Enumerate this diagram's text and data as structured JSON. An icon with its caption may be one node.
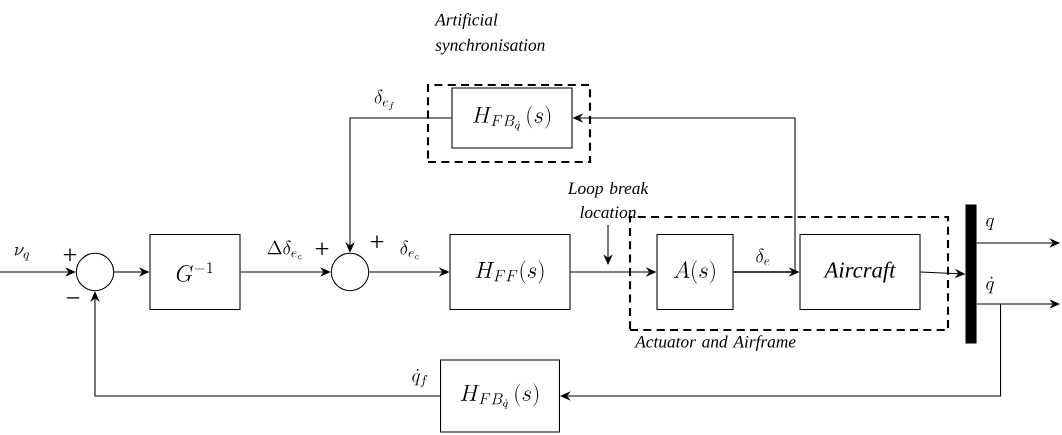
{
  "diagram": {
    "nodes": [
      {
        "text": [],
        "shape": "circle"
      },
      {
        "text": [
          "G^{-1}"
        ]
      },
      {
        "text": [],
        "shape": "circle"
      },
      {
        "text": [
          "H_{FF}(s)"
        ]
      },
      {
        "text": [
          "Actuator and Airframe"
        ]
      },
      {
        "text": [
          "A(s)"
        ],
        "in": 4
      },
      {
        "text": [
          "Aircraft"
        ],
        "in": 4
      },
      {
        "text": [],
        "shape": "bar"
      },
      {
        "text": [
          "Artificial synchronisation"
        ]
      },
      {
        "text": [
          "H_{FB_{\\dot{q}}}\\left(s\\right)"
        ],
        "in": 8
      },
      {
        "text": [
          "H_{FB_{\\dot{q}}}\\left(s\\right)"
        ]
      }
    ],
    "edges": [
      {
        "from": null,
        "to": 0,
        "arrow": "to",
        "label": "\\nu_q"
      },
      {
        "from": 0,
        "to": 1,
        "arrow": "to"
      },
      {
        "from": 1,
        "to": 2,
        "arrow": "to",
        "label": "\\Delta\\delta_{e_c}"
      },
      {
        "from": 2,
        "to": 3,
        "arrow": "to",
        "label": "\\delta_{e_c}"
      },
      {
        "from": 3,
        "to": 5,
        "arrow": "to"
      },
      {
        "from": 5,
        "to": 6,
        "arrow": "to",
        "label": "\\delta_e"
      },
      {
        "from": 6,
        "to": 7,
        "arrow": "to"
      },
      {
        "from": 7,
        "to": null,
        "arrow": "to",
        "label": "q"
      },
      {
        "from": 7,
        "to": null,
        "arrow": "to",
        "label": "\\dot{q}"
      },
      {
        "from": 7,
        "to": 10,
        "arrow": "to"
      },
      {
        "from": 10,
        "to": 0,
        "arrow": "to",
        "label": "\\dot{q}_f"
      },
      {
        "from": 5,
        "to": 9,
        "arrow": "to"
      },
      {
        "from": 9,
        "to": 2,
        "arrow": "to",
        "label": "\\delta_{e_f}"
      }
    ],
    "labels": [
      "+",
      "−",
      "+",
      "+",
      "Loop break location"
    ]
  }
}
